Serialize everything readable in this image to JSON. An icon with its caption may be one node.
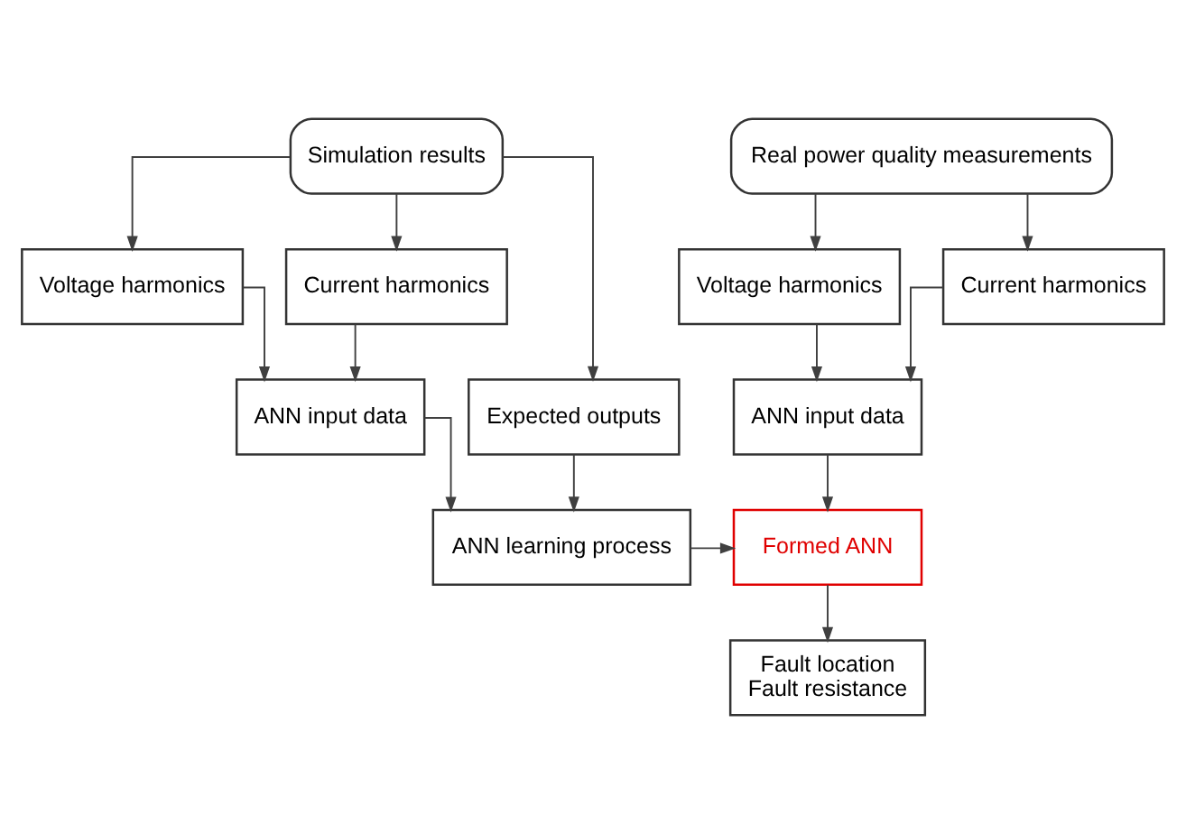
{
  "diagram": {
    "nodes": [
      {
        "text": [
          "Simulation results"
        ]
      },
      {
        "text": [
          "Real power quality measurements"
        ]
      },
      {
        "text": [
          "Voltage harmonics"
        ]
      },
      {
        "text": [
          "Current harmonics"
        ]
      },
      {
        "text": [
          "Voltage harmonics"
        ]
      },
      {
        "text": [
          "Current harmonics"
        ]
      },
      {
        "text": [
          "ANN input data"
        ]
      },
      {
        "text": [
          "Expected outputs"
        ]
      },
      {
        "text": [
          "ANN input data"
        ]
      },
      {
        "text": [
          "ANN learning process"
        ]
      },
      {
        "text": [
          "Formed ANN"
        ]
      },
      {
        "text": [
          "Fault location",
          "Fault resistance"
        ]
      }
    ],
    "edges": [
      {
        "from": 0,
        "to": 2,
        "arrow": "to"
      },
      {
        "from": 0,
        "to": 3,
        "arrow": "to"
      },
      {
        "from": 0,
        "to": 7,
        "arrow": "to"
      },
      {
        "from": 1,
        "to": 4,
        "arrow": "to"
      },
      {
        "from": 1,
        "to": 5,
        "arrow": "to"
      },
      {
        "from": 2,
        "to": 6,
        "arrow": "to"
      },
      {
        "from": 3,
        "to": 6,
        "arrow": "to"
      },
      {
        "from": 4,
        "to": 8,
        "arrow": "to"
      },
      {
        "from": 5,
        "to": 8,
        "arrow": "to"
      },
      {
        "from": 6,
        "to": 9,
        "arrow": "to"
      },
      {
        "from": 7,
        "to": 9,
        "arrow": "to"
      },
      {
        "from": 9,
        "to": 10,
        "arrow": "to"
      },
      {
        "from": 8,
        "to": 10,
        "arrow": "to"
      },
      {
        "from": 10,
        "to": 11,
        "arrow": "to"
      }
    ]
  }
}
